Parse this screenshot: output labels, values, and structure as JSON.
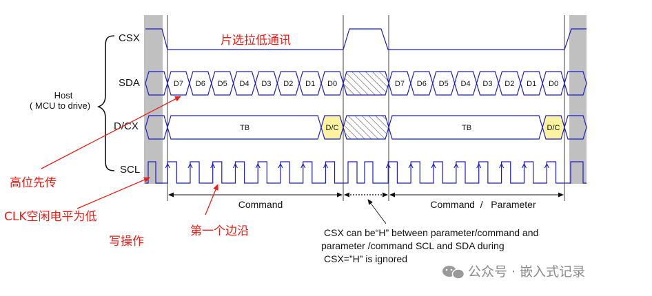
{
  "host_label": "Host",
  "host_sublabel": "( MCU to drive)",
  "signals": {
    "csx": "CSX",
    "sda": "SDA",
    "dcx": "D/CX",
    "scl": "SCL"
  },
  "csx_annotation": "片选拉低通讯",
  "data_bits": [
    "D7",
    "D6",
    "D5",
    "D4",
    "D3",
    "D2",
    "D1",
    "D0"
  ],
  "tb_label": "TB",
  "dc_label": "D/C",
  "command_label": "Command",
  "command_parameter_label": "Command  /   Parameter",
  "note_lines": [
    "CSX can be“H”  between parameter/command and",
    "parameter /command SCL  and SDA during",
    "CSX=”H”   is ignored"
  ],
  "annotations": {
    "msb_first": "高位先传",
    "clk_idle_low": "CLK空闲电平为低",
    "write_op": "写操作",
    "first_edge": "第一个边沿"
  },
  "watermark": "公众号 · 嵌入式记录",
  "colors": {
    "wave": "#1a1acc",
    "idle_band": "#c0c0c0",
    "dc_fill": "#fbf3a0",
    "annotation": "#e8201a",
    "text": "#111111"
  }
}
